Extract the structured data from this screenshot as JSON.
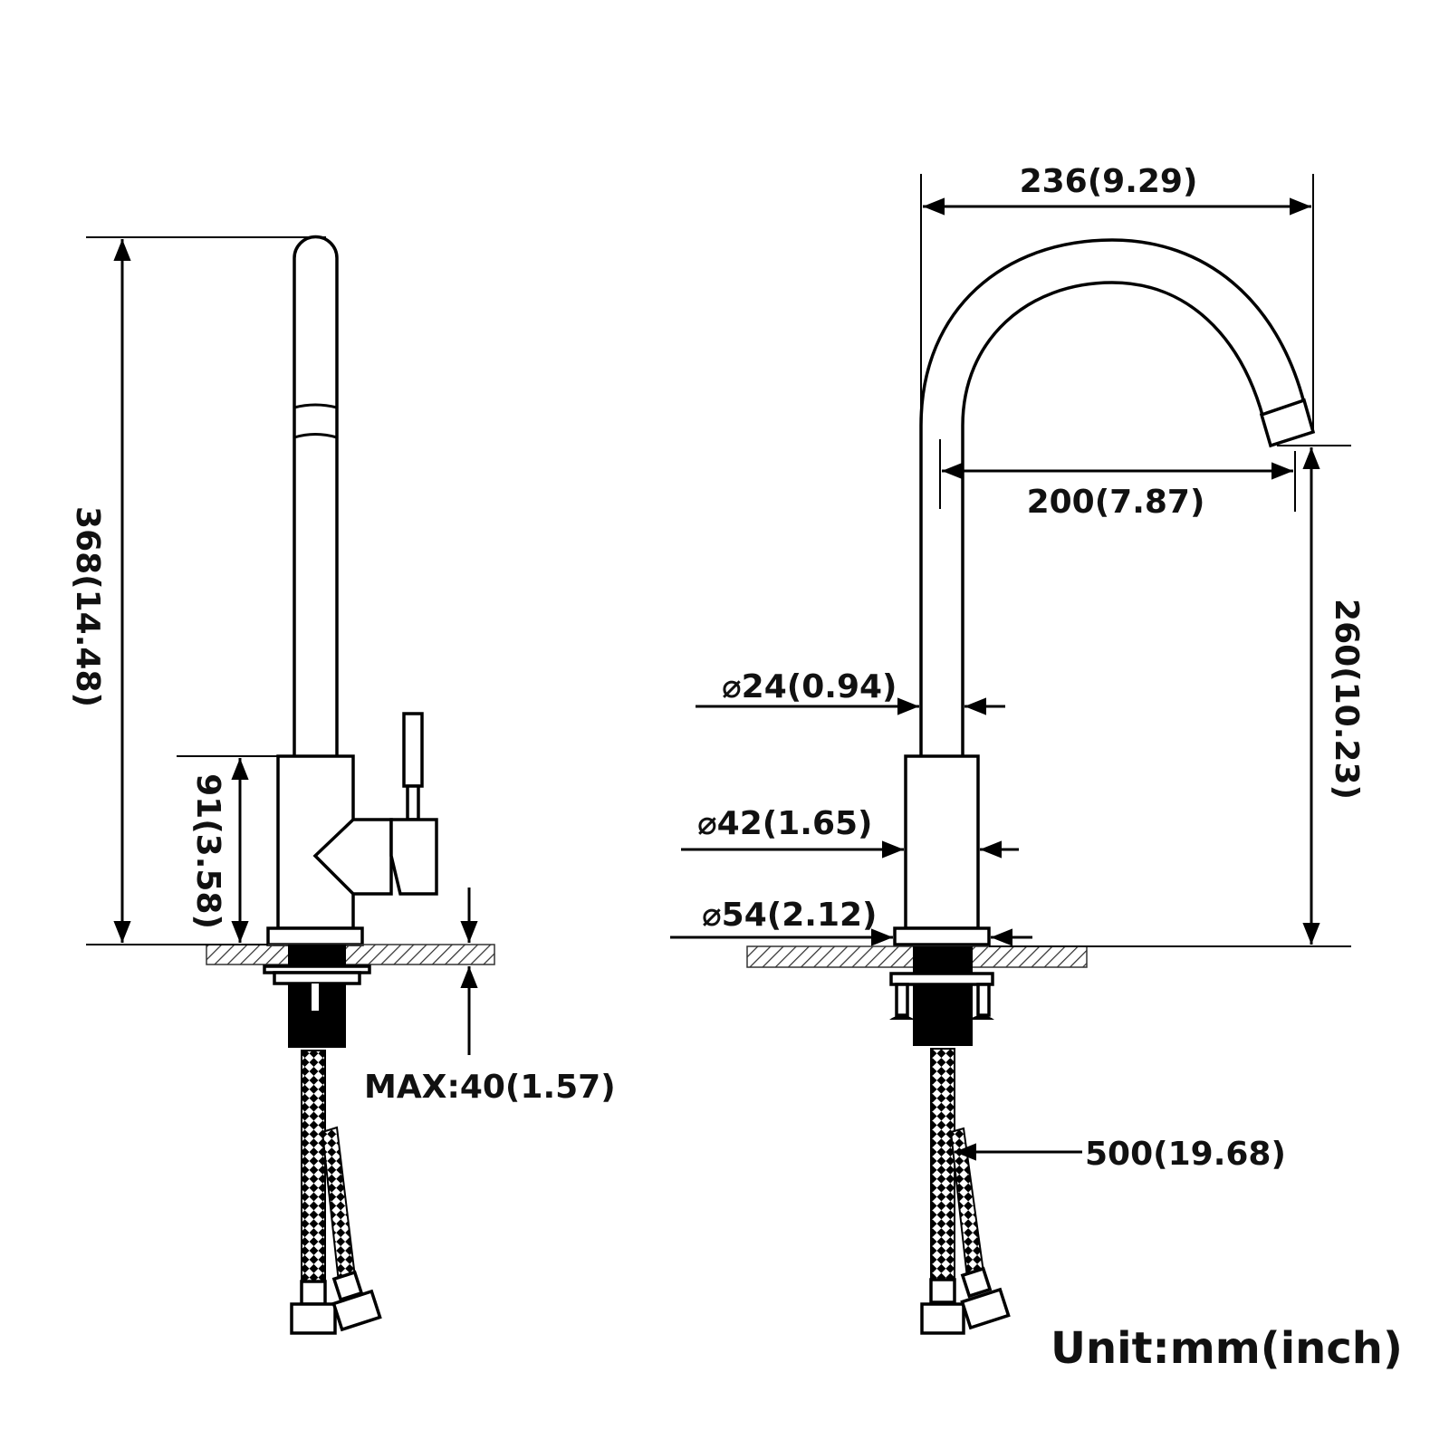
{
  "dimensions": {
    "total_height": "368(14.48)",
    "body_height": "91(3.58)",
    "max_counter_thickness": "MAX:40(1.57)",
    "reach_overall": "236(9.29)",
    "reach_spout": "200(7.87)",
    "spout_height": "260(10.23)",
    "spout_diameter": "⌀24(0.94)",
    "body_diameter": "⌀42(1.65)",
    "base_diameter": "⌀54(2.12)",
    "hose_length": "500(19.68)"
  },
  "unit_label": "Unit:mm(inch)",
  "colors": {
    "line": "#000000",
    "background": "#ffffff"
  }
}
